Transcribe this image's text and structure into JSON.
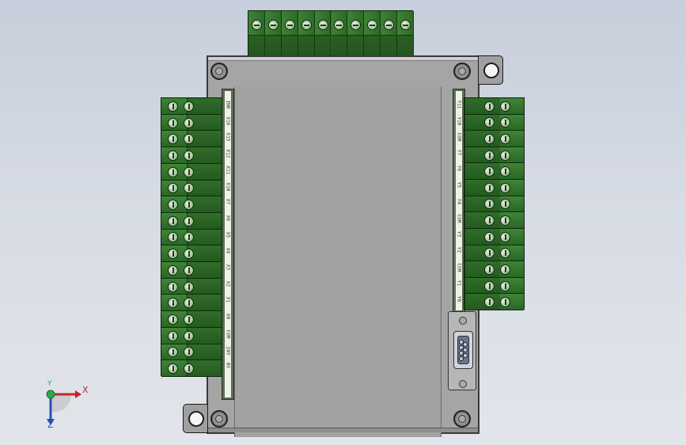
{
  "viewport": {
    "background": "#d1d7e0",
    "model": "plc-controller-assembly"
  },
  "colors": {
    "terminal_green": "#2f6b2a",
    "housing_gray": "#a5a5a5",
    "label_paper": "#eff1ee",
    "axis_x": "#c2272d",
    "axis_y": "#2aa84a",
    "axis_z": "#2b4fb0"
  },
  "terminals": {
    "top_count": 10,
    "left_count": 17,
    "right_count": 13
  },
  "left_labels": [
    "IN0",
    "X16",
    "X15",
    "X12",
    "X11",
    "X10",
    "X7",
    "X6",
    "X5",
    "X4",
    "X3",
    "X2",
    "X1",
    "X0",
    "COM",
    "24V",
    "0V"
  ],
  "right_labels": [
    "Y11",
    "Y10",
    "COM",
    "Y7",
    "Y6",
    "Y5",
    "Y4",
    "COM",
    "Y3",
    "Y2",
    "COM",
    "Y1",
    "Y0"
  ],
  "triad": {
    "x_label": "X",
    "y_label": "Y",
    "z_label": "Z"
  }
}
